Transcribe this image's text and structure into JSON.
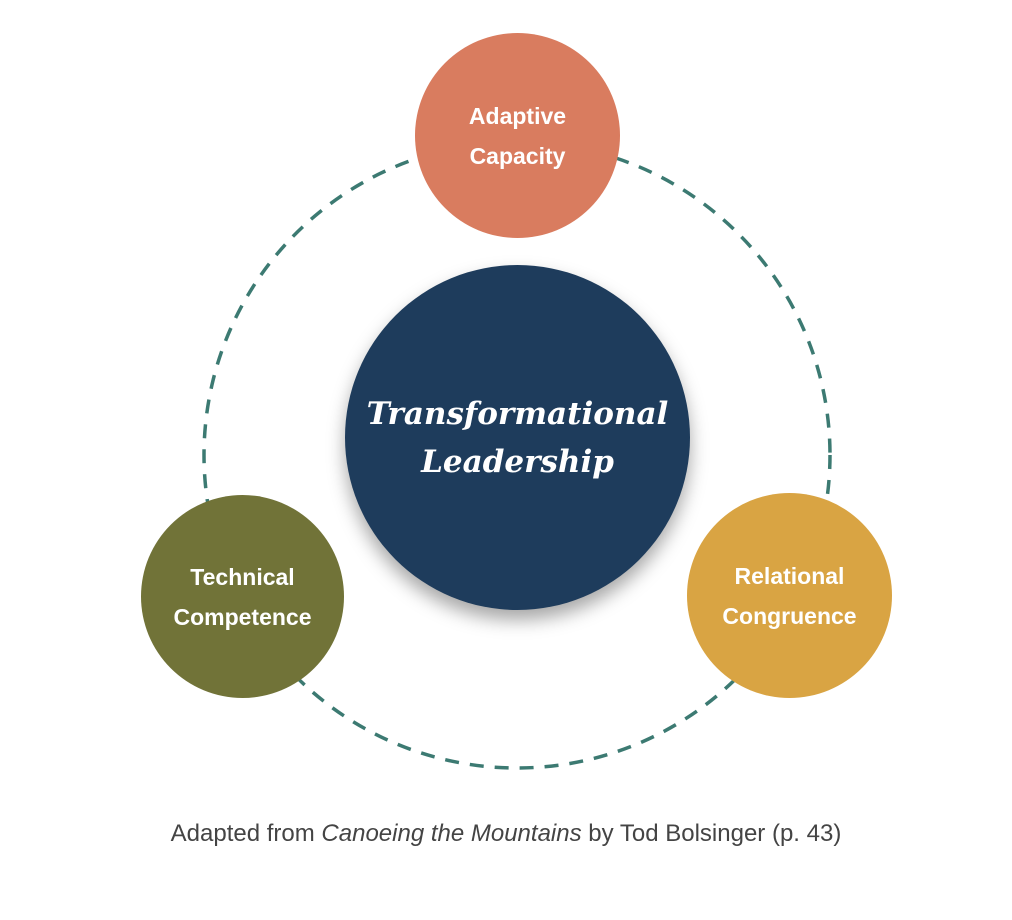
{
  "colors": {
    "adaptive": "#d97c5f",
    "technical": "#717338",
    "relational": "#d9a443",
    "center": "#1e3c5c",
    "dashed_ring": "#3c7a72"
  },
  "center_node": {
    "line1": "Transformational",
    "line2": "Leadership"
  },
  "nodes": {
    "adaptive": {
      "line1": "Adaptive",
      "line2": "Capacity"
    },
    "technical": {
      "line1": "Technical",
      "line2": "Competence"
    },
    "relational": {
      "line1": "Relational",
      "line2": "Congruence"
    }
  },
  "caption": {
    "prefix": "Adapted from ",
    "title": "Canoeing the Mountains",
    "suffix": " by Tod Bolsinger (p. 43)"
  }
}
